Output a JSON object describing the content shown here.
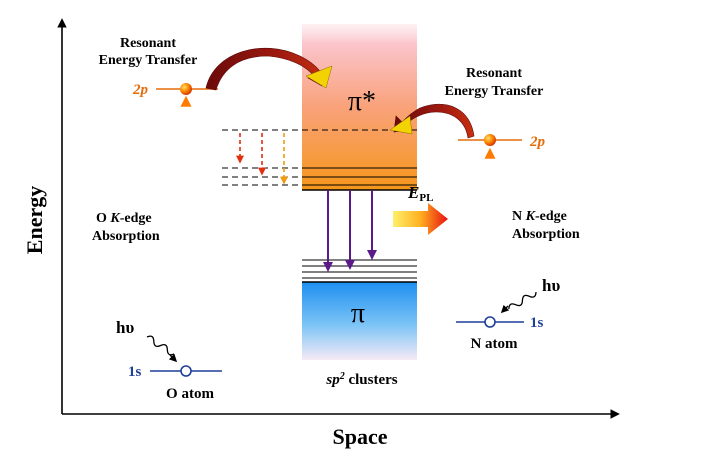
{
  "axes": {
    "y_label": "Energy",
    "x_label": "Space"
  },
  "left_atom": {
    "transfer_line1": "Resonant",
    "transfer_line2": "Energy Transfer",
    "level_2p": "2p",
    "level_1s": "1s",
    "absorption_line1_pre": "O ",
    "absorption_line1_k": "K",
    "absorption_line1_post": "-edge",
    "absorption_line2": "Absorption",
    "photon": "hυ",
    "atom_label": "O atom"
  },
  "right_atom": {
    "transfer_line1": "Resonant",
    "transfer_line2": "Energy Transfer",
    "level_2p": "2p",
    "level_1s": "1s",
    "absorption_line1_pre": "N ",
    "absorption_line1_k": "K",
    "absorption_line1_post": "-edge",
    "absorption_line2": "Absorption",
    "photon": "hυ",
    "atom_label": "N atom"
  },
  "cluster": {
    "pi_star": "π*",
    "pi": "π",
    "label_italic": "sp",
    "label_sup": "2",
    "label_rest": " clusters"
  },
  "emission": {
    "label_main": "E",
    "label_sub": "PL"
  },
  "colors": {
    "axis": "#000000",
    "arrow_dark_red": "#8b0d0d",
    "arrow_yellow": "#f2d200",
    "absorption_bottom": "#1a2a8a",
    "absorption_top": "#ff7a00",
    "relax_red": "#e03010",
    "relax_orange": "#f09a10",
    "emission_purple": "#5a1a8a",
    "band_pi_star_top": "#fbd0d8",
    "band_pi_star_bottom": "#f59a20",
    "band_pi_top": "#1e90ff",
    "band_pi_bottom": "#f0e0f4",
    "level_2p_line": "#e46c0a",
    "level_1s_line": "#1f3f99"
  }
}
